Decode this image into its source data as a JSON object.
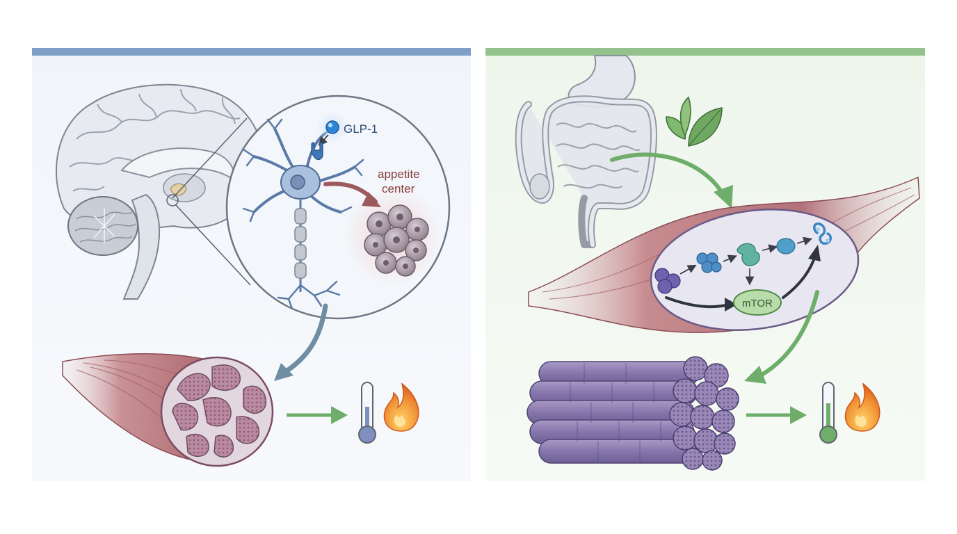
{
  "panels": {
    "left": {
      "bar_color": "#7f9fc6",
      "background_color": "#eef3f8",
      "labels": {
        "hormone": "GLP-1",
        "target_line1": "appetite",
        "target_line2": "center"
      },
      "label_colors": {
        "hormone": "#2c4f78",
        "target": "#8a3b3b"
      },
      "icons": [
        "brain-icon",
        "neuron-icon",
        "glp1-molecule-icon",
        "receptor-icon",
        "appetite-cells-icon",
        "muscle-bundle-icon",
        "thermometer-icon",
        "flame-icon"
      ]
    },
    "right": {
      "bar_color": "#93c28d",
      "background_color": "#eef6ec",
      "labels": {
        "pathway_node": "mTOR"
      },
      "label_colors": {
        "pathway_node": "#2f5a2f"
      },
      "icons": [
        "intestine-icon",
        "stomach-icon",
        "leaf-icon",
        "muscle-cell-icon",
        "amino-acid-icon",
        "protein-chain-icon",
        "muscle-fiber-bundle-icon",
        "thermometer-icon",
        "flame-icon"
      ]
    }
  },
  "colors": {
    "muscle": "#b9747a",
    "muscle_cross": "#a86a80",
    "fiber": "#8a7ab0",
    "arrow_green": "#6fae6a",
    "arrow_blue": "#6f8ea3",
    "arrow_red": "#9c5a5e",
    "flame": "#ee7a2c"
  }
}
